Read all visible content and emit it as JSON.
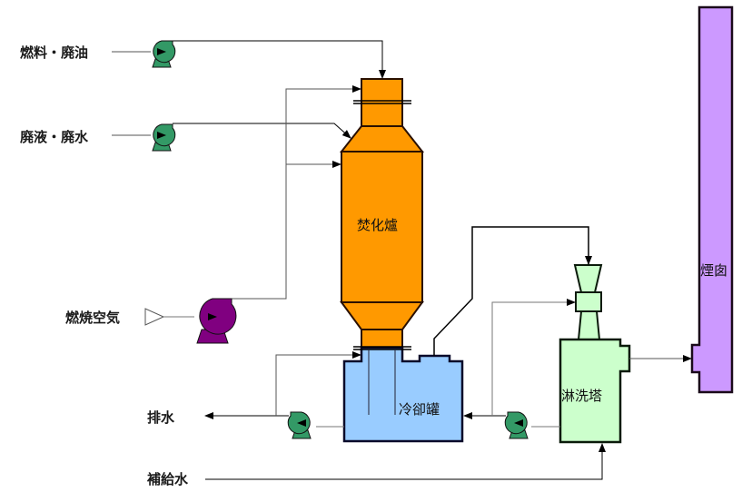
{
  "diagram": {
    "type": "process-flow",
    "inputs": {
      "fuel_waste_oil": "燃料・廃油",
      "waste_liquid_water": "廃液・廃水",
      "combustion_air": "燃焼空気",
      "makeup_water": "補給水"
    },
    "outputs": {
      "drain": "排水"
    },
    "equipment": {
      "incinerator": "焚化爐",
      "cooling_tank": "冷卻罐",
      "scrubber": "淋洗塔",
      "chimney": "煙囱"
    },
    "colors": {
      "incinerator": "#ff9900",
      "cooling_tank": "#99ccff",
      "scrubber": "#ccffcc",
      "chimney": "#cc99ff",
      "pump_green": "#339966",
      "pump_purple": "#800080",
      "outline": "#1a0a0a"
    }
  }
}
